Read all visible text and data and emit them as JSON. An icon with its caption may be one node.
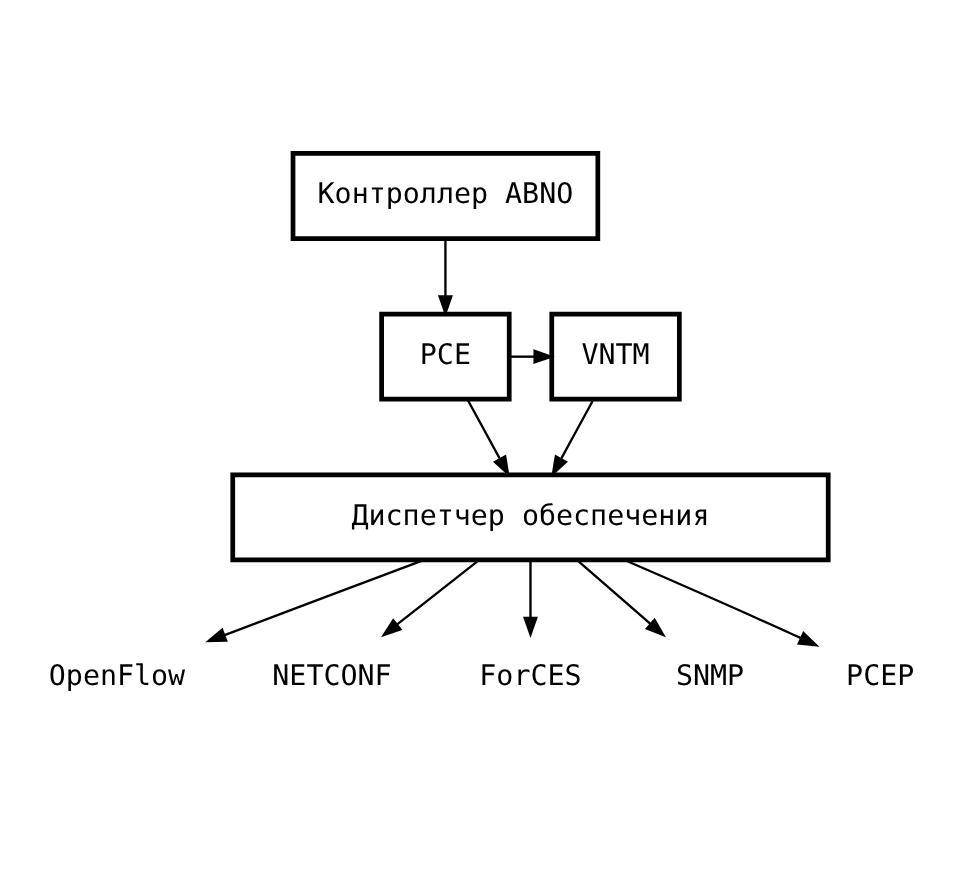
{
  "diagram": {
    "nodes": [
      {
        "text": [
          "Контроллер ABNO"
        ]
      },
      {
        "text": [
          "VNTM"
        ]
      },
      {
        "text": [
          "PCE"
        ]
      },
      {
        "text": [
          "Диспетчер обеспечения"
        ]
      },
      {
        "text": [
          "OpenFlow"
        ]
      },
      {
        "text": [
          "NETCONF"
        ]
      },
      {
        "text": [
          "ForCES"
        ]
      },
      {
        "text": [
          "SNMP"
        ]
      },
      {
        "text": [
          "PCEP"
        ]
      }
    ],
    "edges": [
      {
        "from": 0,
        "to": 2,
        "arrow": "to"
      },
      {
        "from": 2,
        "to": 1,
        "arrow": "to"
      },
      {
        "from": 1,
        "to": 3,
        "arrow": "to"
      },
      {
        "from": 2,
        "to": 3,
        "arrow": "to"
      },
      {
        "from": 3,
        "to": 4,
        "arrow": "to"
      },
      {
        "from": 3,
        "to": 5,
        "arrow": "to"
      },
      {
        "from": 3,
        "to": 6,
        "arrow": "to"
      },
      {
        "from": 3,
        "to": 7,
        "arrow": "to"
      },
      {
        "from": 3,
        "to": 8,
        "arrow": "to"
      }
    ]
  }
}
